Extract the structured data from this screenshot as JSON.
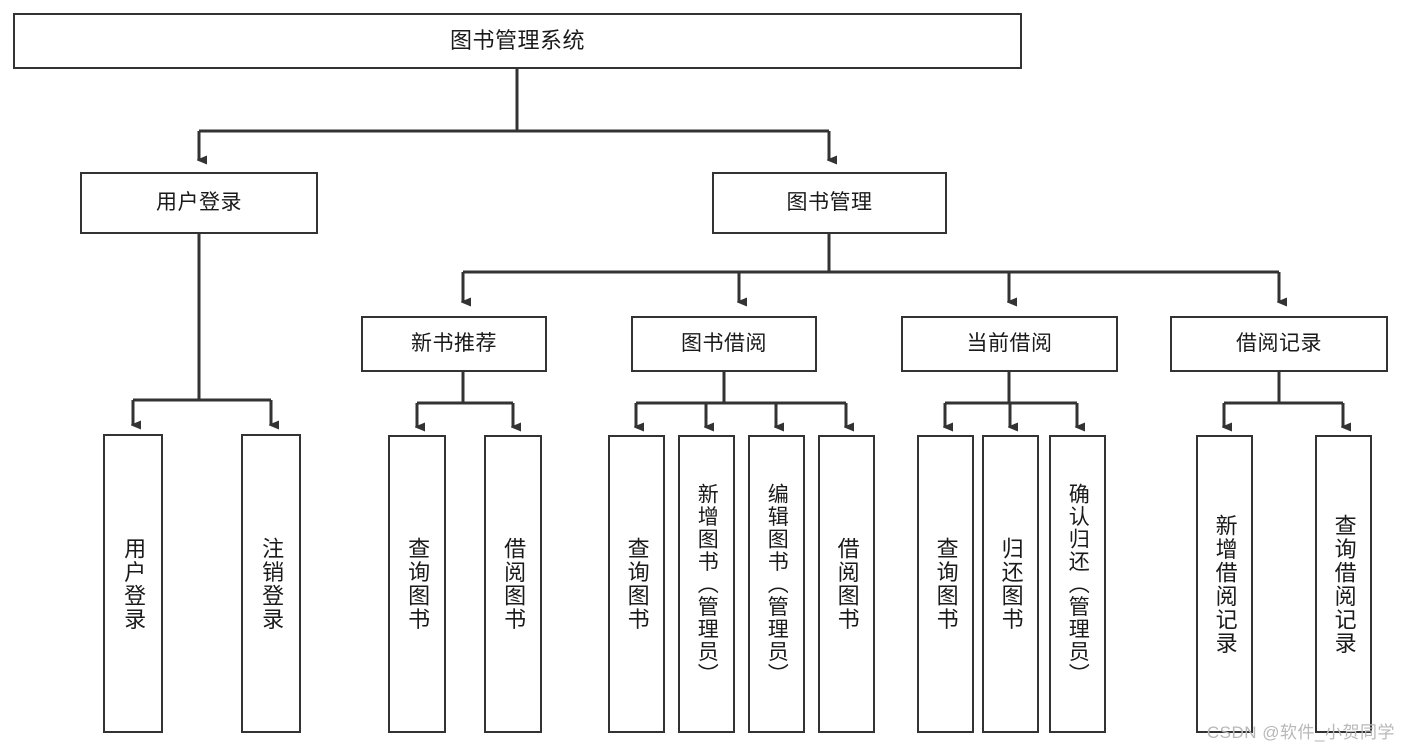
{
  "diagram": {
    "title": "图书管理系统",
    "type": "tree-hierarchy-diagram",
    "root": {
      "id": "root",
      "label": "图书管理系统"
    },
    "level2": [
      {
        "id": "user-login",
        "label": "用户登录"
      },
      {
        "id": "book-management",
        "label": "图书管理"
      }
    ],
    "level3": [
      {
        "id": "new-book-recommend",
        "label": "新书推荐",
        "parent": "book-management"
      },
      {
        "id": "book-borrow",
        "label": "图书借阅",
        "parent": "book-management"
      },
      {
        "id": "current-borrow",
        "label": "当前借阅",
        "parent": "book-management"
      },
      {
        "id": "borrow-record",
        "label": "借阅记录",
        "parent": "book-management"
      }
    ],
    "leaves": [
      {
        "id": "leaf-user-login",
        "label": "用户登录",
        "parent": "user-login"
      },
      {
        "id": "leaf-logout-login",
        "label": "注销登录",
        "parent": "user-login"
      },
      {
        "id": "leaf-query-book-1",
        "label": "查询图书",
        "parent": "new-book-recommend"
      },
      {
        "id": "leaf-borrow-book-1",
        "label": "借阅图书",
        "parent": "new-book-recommend"
      },
      {
        "id": "leaf-query-book-2",
        "label": "查询图书",
        "parent": "book-borrow"
      },
      {
        "id": "leaf-add-book",
        "label": "新增图书（管理员）",
        "parent": "book-borrow"
      },
      {
        "id": "leaf-edit-book",
        "label": "编辑图书（管理员）",
        "parent": "book-borrow"
      },
      {
        "id": "leaf-borrow-book-2",
        "label": "借阅图书",
        "parent": "book-borrow"
      },
      {
        "id": "leaf-query-book-3",
        "label": "查询图书",
        "parent": "current-borrow"
      },
      {
        "id": "leaf-return-book",
        "label": "归还图书",
        "parent": "current-borrow"
      },
      {
        "id": "leaf-confirm-return",
        "label": "确认归还（管理员）",
        "parent": "current-borrow"
      },
      {
        "id": "leaf-add-record",
        "label": "新增借阅记录",
        "parent": "borrow-record"
      },
      {
        "id": "leaf-query-record",
        "label": "查询借阅记录",
        "parent": "borrow-record"
      }
    ],
    "watermark": "CSDN @软件_小贺同学",
    "colors": {
      "stroke": "#333333",
      "fill": "#ffffff",
      "text": "#1a1a1a",
      "watermark": "#b8b8b8"
    }
  }
}
